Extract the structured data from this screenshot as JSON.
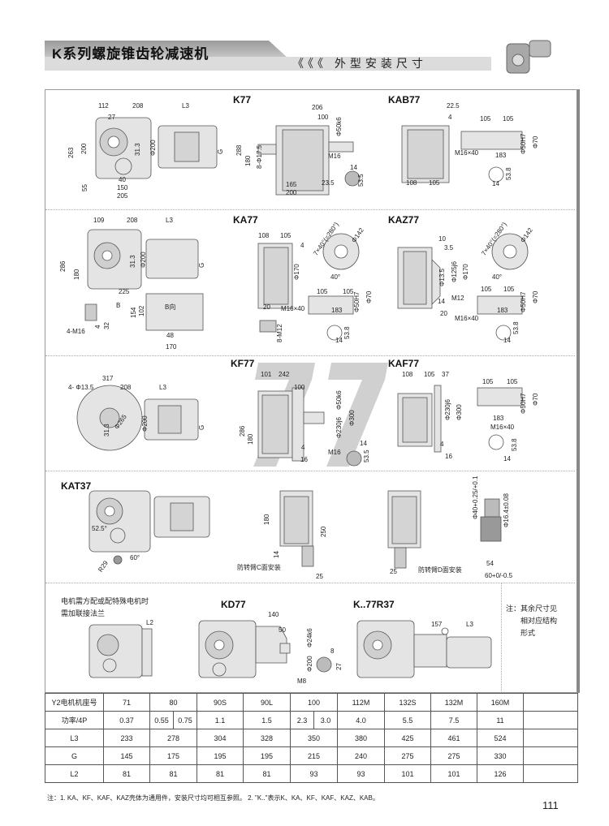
{
  "header": {
    "title": "K系列螺旋锥齿轮减速机",
    "subtitle": "《《《 外型安装尺寸"
  },
  "watermark": "77",
  "drawings": {
    "k77_side": {
      "dims": [
        "112",
        "208",
        "L3",
        "27",
        "263",
        "200",
        "31.3",
        "Φ200",
        "G",
        "55",
        "40",
        "150",
        "205"
      ]
    },
    "k77_front": {
      "title": "K77",
      "dims": [
        "206",
        "100",
        "Φ50k6",
        "288",
        "180",
        "8-Φ17.5",
        "M16",
        "165",
        "23.5",
        "200",
        "14",
        "53.5"
      ]
    },
    "kab77": {
      "title": "KAB77",
      "dims": [
        "22.5",
        "4",
        "105",
        "105",
        "Φ50H7",
        "Φ70",
        "M16×40",
        "183",
        "53.8",
        "14",
        "108",
        "105"
      ]
    },
    "ka77_side": {
      "dims": [
        "109",
        "208",
        "L3",
        "286",
        "180",
        "31.3",
        "Φ200",
        "G",
        "225",
        "B向",
        "B",
        "154",
        "102",
        "4",
        "32",
        "4-M16",
        "48",
        "170"
      ]
    },
    "ka77": {
      "title": "KA77",
      "dims": [
        "108",
        "105",
        "4",
        "7×40°(=280°)",
        "Φ142",
        "40°",
        "Φ170",
        "105",
        "105",
        "Φ50H7",
        "Φ70",
        "M16×40",
        "183",
        "20",
        "8-M12",
        "53.8",
        "14"
      ]
    },
    "kaz77": {
      "title": "KAZ77",
      "dims": [
        "10",
        "3.5",
        "Φ13.5",
        "Φ125j6",
        "Φ170",
        "7×40°(=280°)",
        "Φ142",
        "40°",
        "M12",
        "14",
        "20",
        "M16×40",
        "105",
        "105",
        "183",
        "Φ50H7",
        "Φ70",
        "53.8",
        "14"
      ]
    },
    "kf77_side": {
      "dims": [
        "4- Φ13.5",
        "317",
        "208",
        "L3",
        "Φ265",
        "31.3",
        "Φ200",
        "G"
      ]
    },
    "kf77": {
      "title": "KF77",
      "dims": [
        "101",
        "242",
        "100",
        "Φ50k6",
        "Φ230j6",
        "Φ300",
        "286",
        "180",
        "M16",
        "4",
        "16",
        "14",
        "53.5"
      ]
    },
    "kaf77": {
      "title": "KAF77",
      "dims": [
        "108",
        "105",
        "37",
        "Φ230j6",
        "Φ300",
        "4",
        "16",
        "105",
        "105",
        "Φ50H7",
        "Φ70",
        "183",
        "M16×40",
        "53.8",
        "14"
      ]
    },
    "kat37": {
      "title": "KAT37",
      "dims": [
        "52.5°",
        "60°",
        "R29"
      ]
    },
    "kat_c": {
      "dims": [
        "180",
        "14",
        "250",
        "防转臂C面安装",
        "25"
      ]
    },
    "kat_d": {
      "dims": [
        "25",
        "防转臂D面安装"
      ]
    },
    "kat_pin": {
      "dims": [
        "Φ40+0.25/+0.1",
        "Φ16.4±0.08",
        "54",
        "60+0/-0.5"
      ]
    },
    "flange": {
      "note": [
        "电机需方配或配特殊电机时",
        "需加联接法兰"
      ],
      "dims": [
        "L2"
      ]
    },
    "kd77": {
      "title": "KD77",
      "dims": [
        "140",
        "50",
        "Φ24k6",
        "Φ200",
        "8",
        "27",
        "M8"
      ]
    },
    "kr37": {
      "title": "K..77R37",
      "dims": [
        "157",
        "L3"
      ]
    },
    "side_note": [
      "注：其余尺寸见",
      "相对应结构",
      "形式"
    ]
  },
  "table": {
    "headers": [
      "Y2电机机座号",
      "71",
      "80",
      "90S",
      "90L",
      "100",
      "112M",
      "132S",
      "132M",
      "160M"
    ],
    "power_label": "功率/4P",
    "power": [
      "0.37",
      "0.55",
      "0.75",
      "1.1",
      "1.5",
      "2.3",
      "3.0",
      "4.0",
      "5.5",
      "7.5",
      "11"
    ],
    "rows": [
      {
        "label": "L3",
        "values": [
          "233",
          "278",
          "304",
          "328",
          "350",
          "380",
          "425",
          "461",
          "524"
        ]
      },
      {
        "label": "G",
        "values": [
          "145",
          "175",
          "195",
          "195",
          "215",
          "240",
          "275",
          "275",
          "330"
        ]
      },
      {
        "label": "L2",
        "values": [
          "81",
          "81",
          "81",
          "81",
          "93",
          "93",
          "101",
          "101",
          "126"
        ]
      }
    ]
  },
  "footnote": "注：1. KA、KF、KAF、KAZ壳体为通用件，安装尺寸均可相互参照。   2. \"K..\"表示K、KA、KF、KAF、KAZ、KAB。",
  "page_number": "111"
}
